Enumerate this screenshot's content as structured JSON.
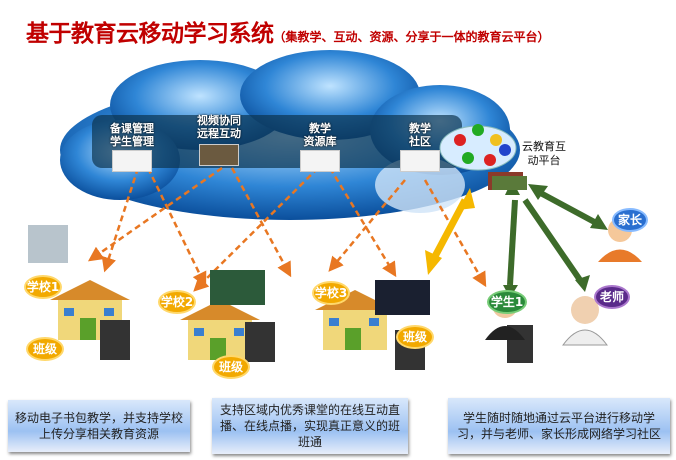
{
  "title": "基于教育云移动学习系统",
  "subtitle": "（集教学、互动、资源、分享于一体的教育云平台）",
  "cloud_modules": [
    {
      "line1": "备课管理",
      "line2": "学生管理"
    },
    {
      "line1": "视频协同",
      "line2": "远程互动"
    },
    {
      "line1": "教学",
      "line2": "资源库"
    },
    {
      "line1": "教学",
      "line2": "社区"
    }
  ],
  "platform_label": {
    "line1": "云教育互",
    "line2": "动平台"
  },
  "schools": [
    "学校1",
    "学校2",
    "学校3"
  ],
  "class_label": "班级",
  "roles": {
    "student": "学生1",
    "teacher": "老师",
    "parent": "家长"
  },
  "descriptions": [
    "移动电子书包教学，并支持学校上传分享相关教育资源",
    "支持区域内优秀课堂的在线互动直播、在线点播，实现真正意义的班班通",
    "学生随时随地通过云平台进行移动学习，并与老师、家长形成网络学习社区"
  ],
  "colors": {
    "title": "#c00000",
    "cloud": "#1a6fc0",
    "dash": "#e87722",
    "arrow_yellow": "#f5b800",
    "arrow_green": "#3d6b2a"
  }
}
